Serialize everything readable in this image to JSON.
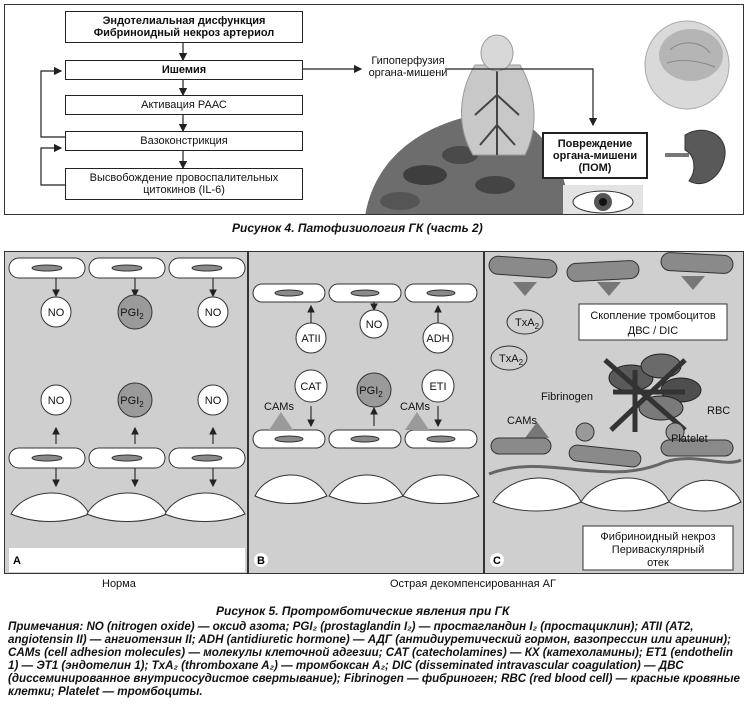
{
  "figure4": {
    "box1_line1": "Эндотелиальная дисфункция",
    "box1_line2": "Фибриноидный некроз артериол",
    "box2": "Ишемия",
    "box3": "Активация РААС",
    "box4": "Вазоконстрикция",
    "box5_line1": "Высвобождение провоспалительных",
    "box5_line2": "цитокинов (IL-6)",
    "hypoperfusion_line1": "Гипоперфузия",
    "hypoperfusion_line2": "органа-мишени",
    "pom_line1": "Повреждение",
    "pom_line2": "органа-мишени",
    "pom_line3": "(ПОМ)",
    "caption": "Рисунок 4.  Патофизиология ГК (часть 2)"
  },
  "figure5": {
    "panelA": {
      "letter": "A",
      "label": "Норма",
      "no": "NO",
      "pgi": "PGI",
      "pgi_sub": "2"
    },
    "panelB": {
      "letter": "B",
      "atii": "ATII",
      "no": "NO",
      "adh": "ADH",
      "cat": "CAT",
      "pgi": "PGI",
      "pgi_sub": "2",
      "eti": "ETI",
      "cams": "CAMs"
    },
    "panelC": {
      "letter": "C",
      "txa": "TxA",
      "txa_sub": "2",
      "platelet_cluster_line1": "Скопление тромбоцитов",
      "platelet_cluster_line2": "ДВС / DIC",
      "fibrinogen": "Fibrinogen",
      "rbc": "RBC",
      "cams": "CAMs",
      "platelet": "Platelet",
      "necrosis_line1": "Фибриноидный некроз",
      "necrosis_line2": "Периваскулярный",
      "necrosis_line3": "отек"
    },
    "bc_label": "Острая декомпенсированная АГ",
    "caption": "Рисунок 5. Протромботические явления при ГК"
  },
  "notes": "Примечания: NO (nitrogen oxide) — оксид азота; PGI₂ (prostaglandin I₂) — простагландин I₂ (простациклин); ATII (AT2, angiotensin II) — ангиотензин II; ADH (antidiuretic hormone) — АДГ (антидиуретический гормон, вазопрессин или аргинин); CAMs (cell adhesion molecules) — молекулы клеточной адгезии; CAT (catecholamines) — КХ (катехоламины); ET1 (endothelin 1) — ЭТ1 (эндотелин 1); TxA₂ (thromboxane A₂) — тромбоксан A₂; DIC (disseminated intravascular coagulation) — ДВС (диссеминированное внутрисосудистое свертывание); Fibrinogen — фибриноген; RBC (red blood cell) — красные кровяные клетки; Platelet — тромбоциты."
}
